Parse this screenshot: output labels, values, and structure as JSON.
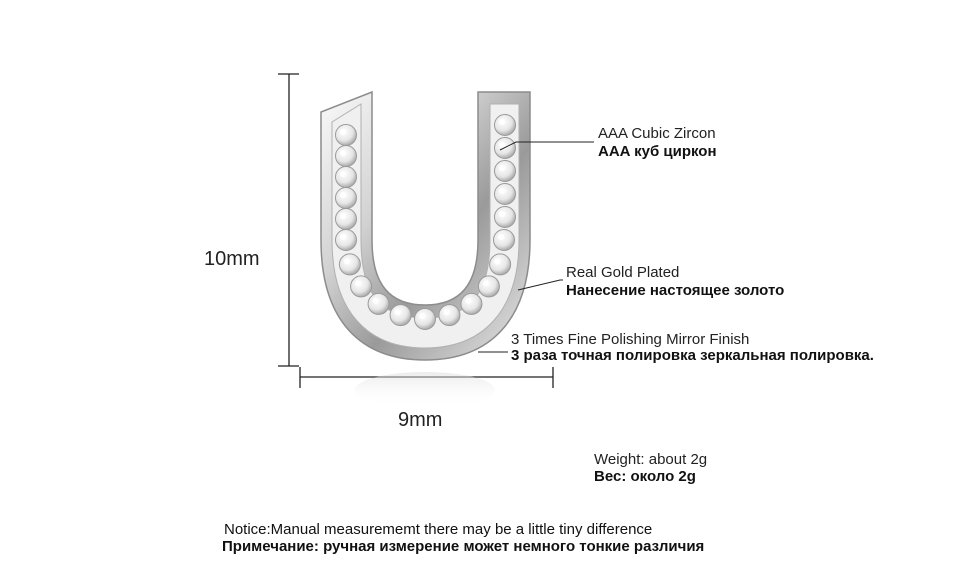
{
  "dimensions": {
    "height_label": "10mm",
    "width_label": "9mm"
  },
  "callouts": {
    "zircon": {
      "en": "AAA Cubic Zircon",
      "ru": "AAA куб циркон"
    },
    "plating": {
      "en": "Real Gold Plated",
      "ru": "Нанесение настоящее золото"
    },
    "polish": {
      "en": "3 Times Fine Polishing Mirror Finish",
      "ru": "3 раза точная полировка зеркальная полировка."
    }
  },
  "weight": {
    "en": "Weight: about  2g",
    "ru": "Вес: около  2g"
  },
  "notice": {
    "en": "Notice:Manual measurememt there may be a little tiny difference",
    "ru": "Примечание: ручная измерение может немного тонкие различия"
  },
  "product": {
    "icon": "horseshoe-earring-icon",
    "stone_count": 21,
    "colors": {
      "metal_light": "#f4f4f4",
      "metal_dark": "#8c8c8c",
      "stone": "#ffffff",
      "line": "#222222"
    }
  }
}
